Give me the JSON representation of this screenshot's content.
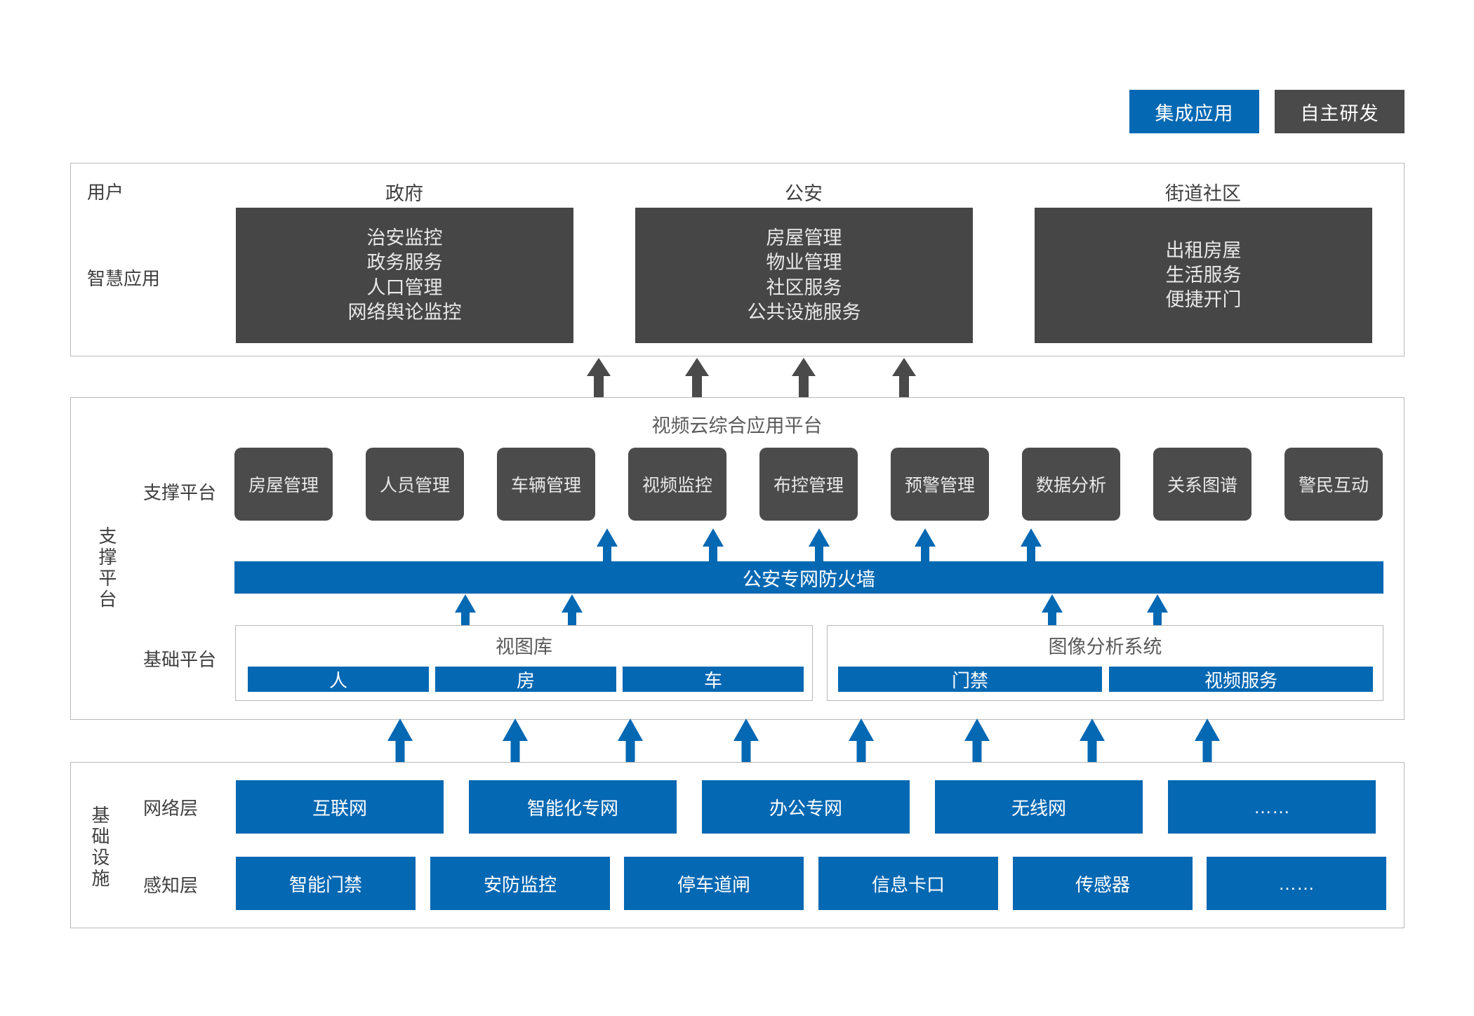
{
  "legend": {
    "integrated_label": "集成应用",
    "inhouse_label": "自主研发",
    "blue": "#0568B3",
    "gray": "#4a4a4a"
  },
  "application_section": {
    "row_labels": {
      "user": "用户",
      "smart_app": "智慧应用"
    },
    "columns": [
      {
        "title": "政府",
        "items": [
          "治安监控",
          "政务服务",
          "人口管理",
          "网络舆论监控"
        ]
      },
      {
        "title": "公安",
        "items": [
          "房屋管理",
          "物业管理",
          "社区服务",
          "公共设施服务"
        ]
      },
      {
        "title": "街道社区",
        "items": [
          "出租房屋",
          "生活服务",
          "便捷开门"
        ]
      }
    ]
  },
  "platform_section": {
    "side_label": "支撑平台",
    "title": "视频云综合应用平台",
    "support_row_label": "支撑平台",
    "modules": [
      "房屋管理",
      "人员管理",
      "车辆管理",
      "视频监控",
      "布控管理",
      "预警管理",
      "数据分析",
      "关系图谱",
      "警民互动"
    ],
    "firewall_label": "公安专网防火墙",
    "base_row_label": "基础平台",
    "base_groups": [
      {
        "title": "视图库",
        "items": [
          "人",
          "房",
          "车"
        ]
      },
      {
        "title": "图像分析系统",
        "items": [
          "门禁",
          "视频服务"
        ]
      }
    ]
  },
  "infrastructure_section": {
    "side_label": "基础设施",
    "network_row_label": "网络层",
    "network_items": [
      "互联网",
      "智能化专网",
      "办公专网",
      "无线网",
      "……"
    ],
    "sensing_row_label": "感知层",
    "sensing_items": [
      "智能门禁",
      "安防监控",
      "停车道闸",
      "信息卡口",
      "传感器",
      "……"
    ]
  }
}
